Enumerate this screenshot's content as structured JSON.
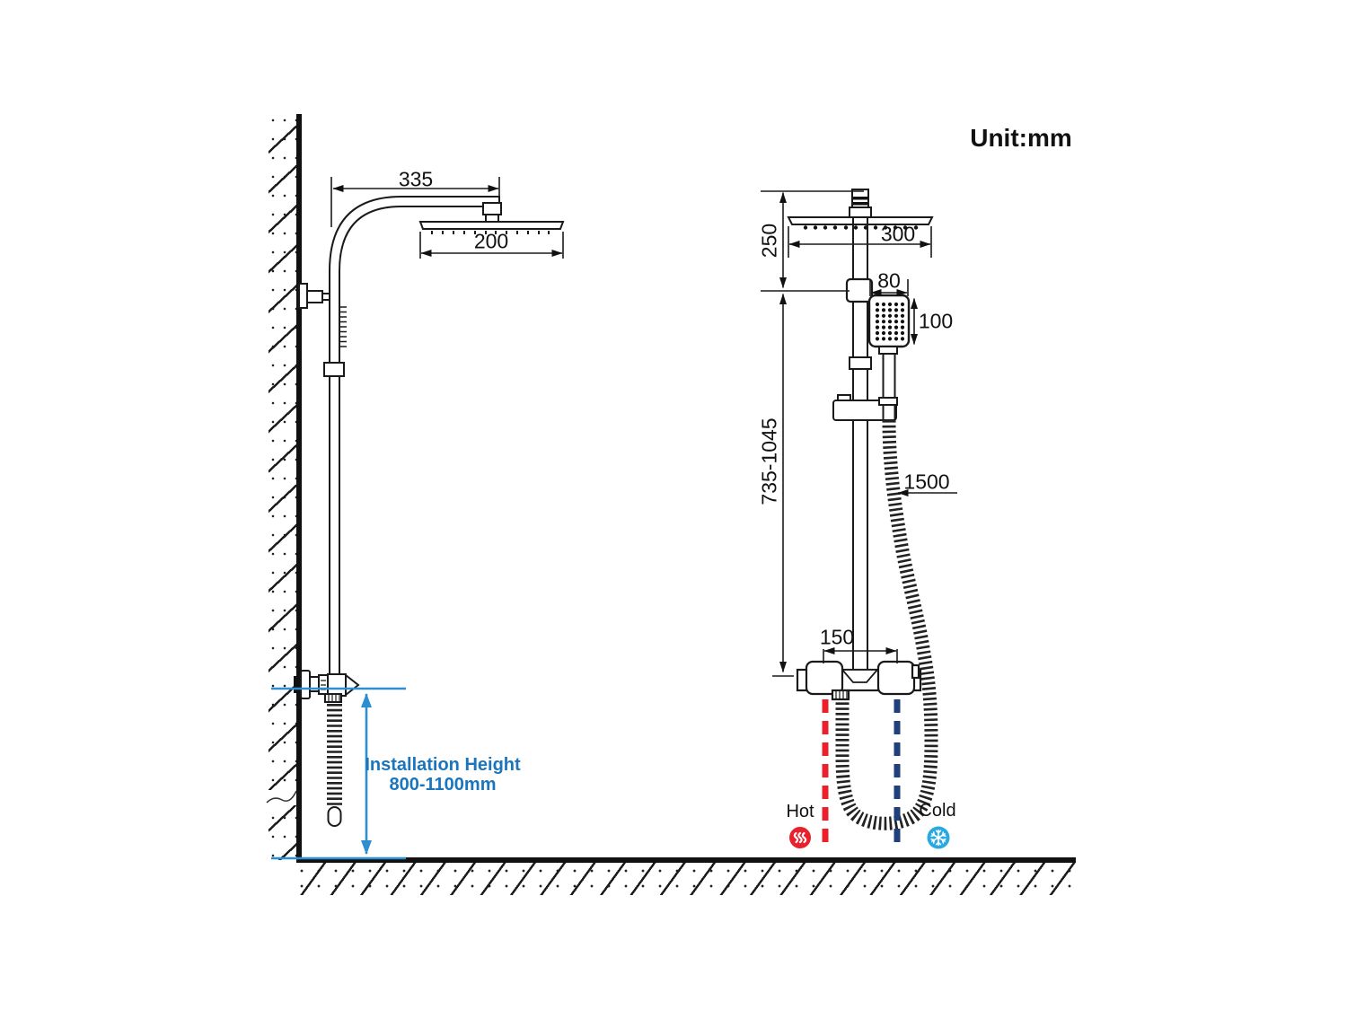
{
  "title": {
    "unit_label": "Unit:mm"
  },
  "colors": {
    "line_black": "#1a1a1a",
    "annotation_blue": "#2d8fd0",
    "text_blue": "#1b75bc",
    "hot_red": "#e8212d",
    "cold_navy": "#20407c",
    "cold_icon_blue": "#29a9e1"
  },
  "side_view": {
    "dim_arm_length": "335",
    "dim_head_width": "200",
    "installation_height_title": "Installation Height",
    "installation_height_range": "800-1100mm"
  },
  "front_view": {
    "dim_head_to_holder": "250",
    "dim_head_width": "300",
    "dim_handset_width": "80",
    "dim_handset_height": "100",
    "dim_column_height": "735-1045",
    "dim_hose_length": "1500",
    "dim_valve_centers": "150",
    "hot_label": "Hot",
    "cold_label": "Cold"
  }
}
